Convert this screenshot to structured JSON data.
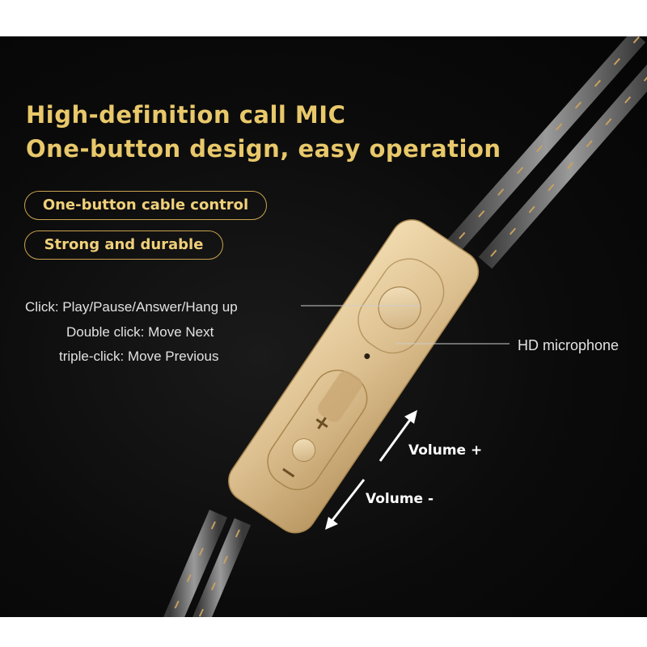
{
  "headline": {
    "line1": "High-definition call  MIC",
    "line2": "One-button design, easy operation"
  },
  "features": [
    {
      "label": "One-button cable control"
    },
    {
      "label": "Strong and durable"
    }
  ],
  "controls": {
    "click": "Click: Play/Pause/Answer/Hang up",
    "double_click": "Double click: Move Next",
    "triple_click": "triple-click: Move Previous"
  },
  "microphone_label": "HD microphone",
  "volume": {
    "plus_label": "Volume +",
    "minus_label": "Volume -"
  },
  "colors": {
    "accent_gold": "#e8c86a",
    "controller_gold": "#dcbf8f",
    "background": "#0b0b0b"
  }
}
